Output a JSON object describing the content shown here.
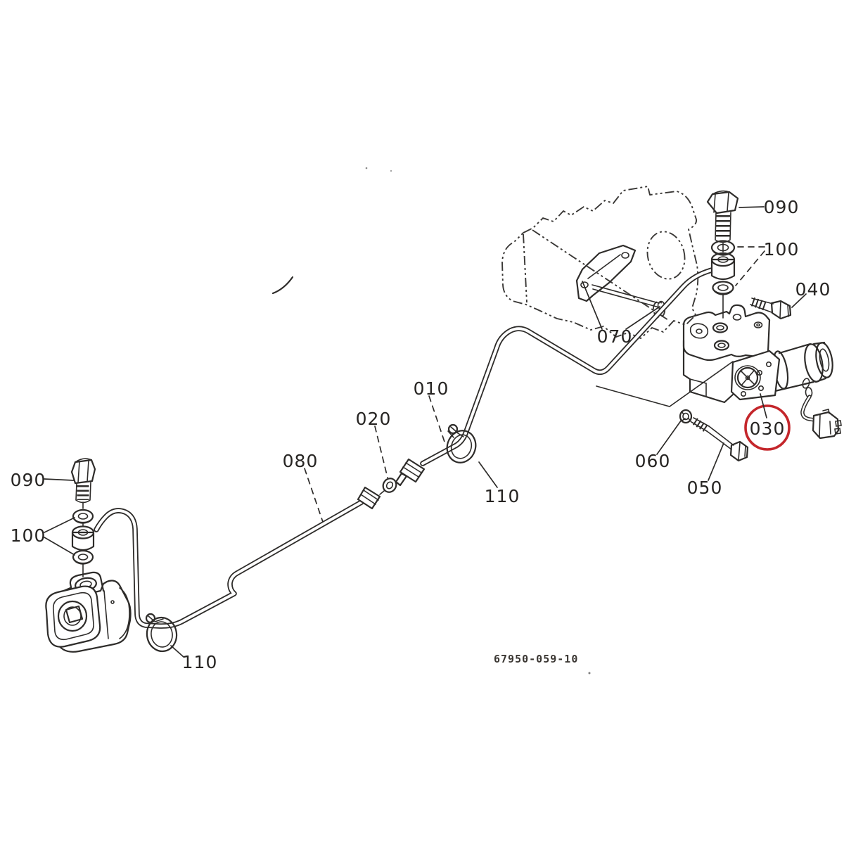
{
  "diagram": {
    "type": "exploded-parts-diagram",
    "drawing_number": "67950-059-10",
    "highlighted_part": "030",
    "colors": {
      "line": "#2e2c2a",
      "highlight_circle": "#c4262b",
      "background": "#ffffff"
    },
    "callouts": {
      "c010": "010",
      "c020": "020",
      "c030": "030",
      "c040": "040",
      "c050": "050",
      "c060": "060",
      "c070": "070",
      "c080": "080",
      "c090_right": "090",
      "c090_left": "090",
      "c100_right": "100",
      "c100_left": "100",
      "c110_center": "110",
      "c110_left": "110"
    }
  }
}
